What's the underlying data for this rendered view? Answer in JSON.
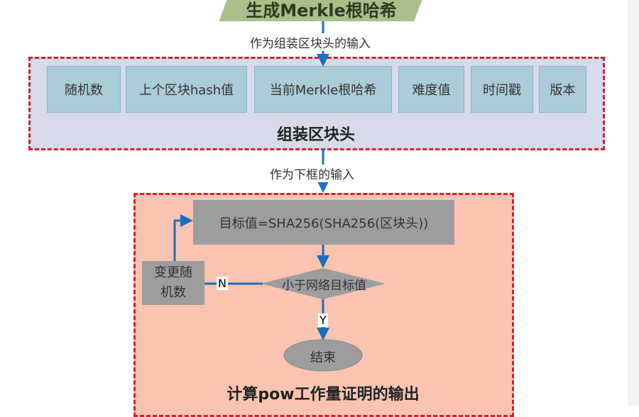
{
  "top_node": "生成Merkle根哈希",
  "edge1_label": "作为组装区块头的输入",
  "block_header": {
    "title": "组装区块头",
    "fields": [
      "随机数",
      "上个区块hash值",
      "当前Merkle根哈希",
      "难度值",
      "时间戳",
      "版本"
    ]
  },
  "edge2_label": "作为下框的输入",
  "pow": {
    "title": "计算pow工作量证明的输出",
    "hash_step": "目标值=SHA256(SHA256(区块头))",
    "decision": "小于网络目标值",
    "change_nonce": "变更随机数",
    "no_label": "N",
    "yes_label": "Y",
    "end": "结束"
  }
}
